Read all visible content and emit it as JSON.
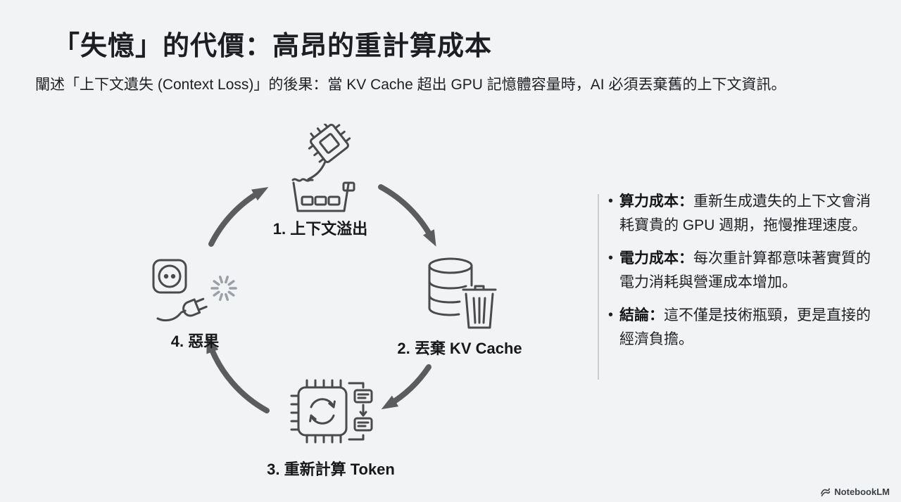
{
  "header": {
    "title": "「失憶」的代價：高昂的重計算成本",
    "subtitle": "闡述「上下文遺失 (Context Loss)」的後果：當 KV Cache 超出 GPU 記憶體容量時，AI 必須丟棄舊的上下文資訊。"
  },
  "cycle": {
    "type": "circular-4-step",
    "direction": "clockwise",
    "steps": [
      {
        "label": "1. 上下文溢出",
        "icon": "chip-overflow-icon"
      },
      {
        "label": "2. 丟棄 KV Cache",
        "icon": "database-trash-icon"
      },
      {
        "label": "3. 重新計算 Token",
        "icon": "chip-refresh-icon"
      },
      {
        "label": "4. 惡果",
        "icon": "unplugged-icon"
      }
    ]
  },
  "notes": {
    "bullet_glyph": "•",
    "items": [
      {
        "label": "算力成本：",
        "text": "重新生成遺失的上下文會消耗寶貴的 GPU 週期，拖慢推理速度。"
      },
      {
        "label": "電力成本：",
        "text": "每次重計算都意味著實質的電力消耗與營運成本增加。"
      },
      {
        "label": "結論：",
        "text": "這不僅是技術瓶頸，更是直接的經濟負擔。"
      }
    ]
  },
  "footer": {
    "brand": "NotebookLM"
  },
  "colors": {
    "background": "#f1f3f5",
    "text": "#202124",
    "arrow": "#5b5c5e",
    "icon_stroke": "#4a4a4a",
    "divider": "#c9ced3",
    "spark": "#9aa0a6"
  }
}
